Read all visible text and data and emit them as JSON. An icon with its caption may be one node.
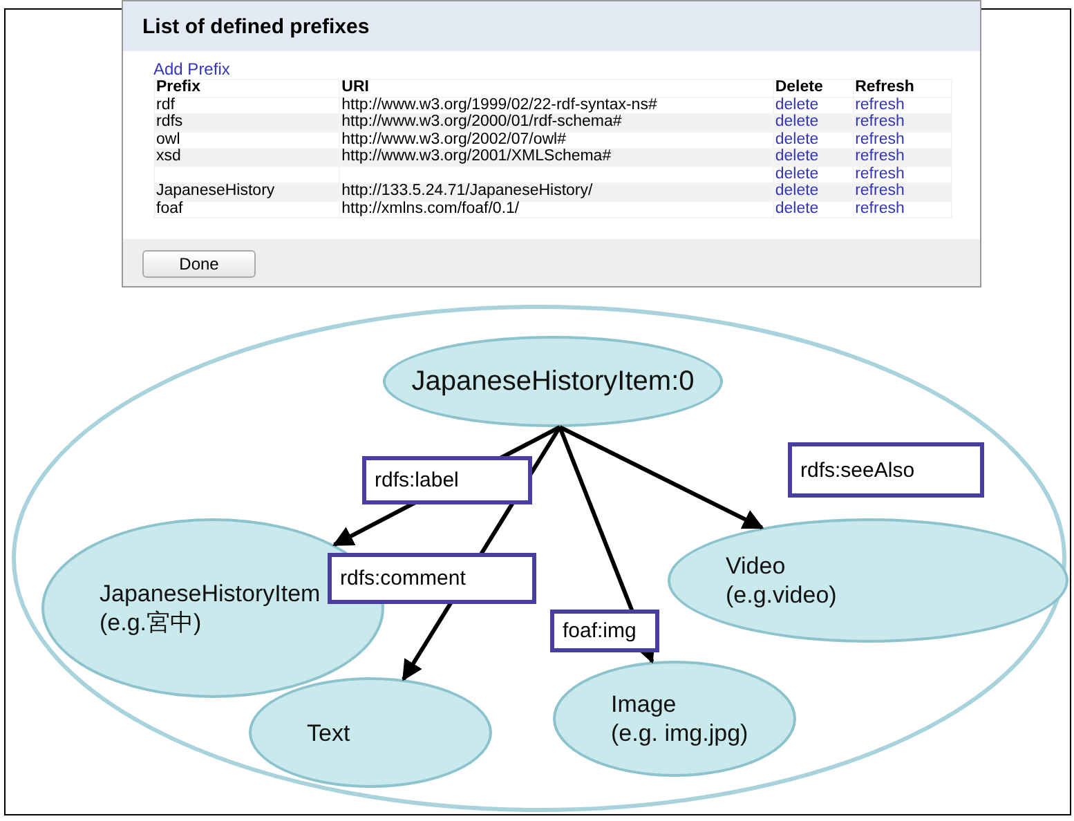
{
  "diagram": {
    "nodes": [
      {
        "text": [],
        "shape": "ellipse"
      },
      {
        "text": [
          "JapaneseHistoryItem:0"
        ],
        "in": 0
      },
      {
        "text": [
          "JapaneseHistoryItem",
          "(e.g.宮中)"
        ],
        "in": 0
      },
      {
        "text": [
          "Text"
        ],
        "in": 0
      },
      {
        "text": [
          "Image",
          "(e.g. img.jpg)"
        ],
        "in": 0
      },
      {
        "text": [
          "Video",
          "(e.g.video)"
        ],
        "in": 0
      }
    ],
    "edges": [
      {
        "from": 1,
        "to": 2,
        "arrow": "to",
        "label": "rdfs:label"
      },
      {
        "from": 1,
        "to": 3,
        "arrow": "to",
        "label": "rdfs:comment"
      },
      {
        "from": 1,
        "to": 4,
        "arrow": "to",
        "label": "foaf:img"
      },
      {
        "from": 1,
        "to": 5,
        "arrow": "to",
        "label": "rdfs:seeAlso"
      }
    ],
    "labels": [
      "List of defined prefixes",
      "Add Prefix",
      "Prefix",
      "URI",
      "Delete",
      "Refresh",
      "rdf",
      "http://www.w3.org/1999/02/22-rdf-syntax-ns#",
      "delete",
      "refresh",
      "rdfs",
      "http://www.w3.org/2000/01/rdf-schema#",
      "delete",
      "refresh",
      "owl",
      "http://www.w3.org/2002/07/owl#",
      "delete",
      "refresh",
      "xsd",
      "http://www.w3.org/2001/XMLSchema#",
      "delete",
      "refresh",
      "delete",
      "refresh",
      "JapaneseHistory",
      "http://133.5.24.71/JapaneseHistory/",
      "delete",
      "refresh",
      "foaf",
      "http://xmlns.com/foaf/0.1/",
      "delete",
      "refresh",
      "Done"
    ]
  }
}
